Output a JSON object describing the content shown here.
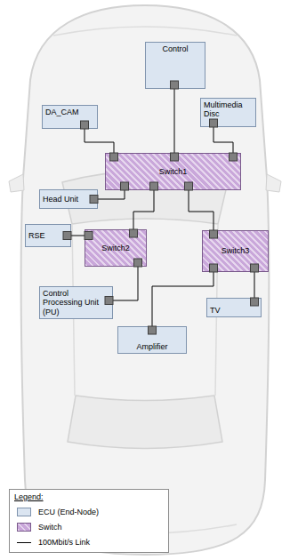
{
  "diagram": {
    "nodes": [
      {
        "text": [
          "Control"
        ]
      },
      {
        "text": [
          "DA_CAM"
        ]
      },
      {
        "text": [
          "Multimedia Disc"
        ]
      },
      {
        "text": [
          "Switch1"
        ]
      },
      {
        "text": [
          "Head Unit"
        ]
      },
      {
        "text": [
          "RSE"
        ]
      },
      {
        "text": [
          "Switch2"
        ]
      },
      {
        "text": [
          "Switch3"
        ]
      },
      {
        "text": [
          "Control Processing Unit (PU)"
        ]
      },
      {
        "text": [
          "TV"
        ]
      },
      {
        "text": [
          "Amplifier"
        ]
      }
    ],
    "edges": [
      {
        "from": 0,
        "to": 3,
        "arrow": "none"
      },
      {
        "from": 1,
        "to": 3,
        "arrow": "none"
      },
      {
        "from": 2,
        "to": 3,
        "arrow": "none"
      },
      {
        "from": 4,
        "to": 3,
        "arrow": "none"
      },
      {
        "from": 3,
        "to": 6,
        "arrow": "none"
      },
      {
        "from": 3,
        "to": 7,
        "arrow": "none"
      },
      {
        "from": 5,
        "to": 6,
        "arrow": "none"
      },
      {
        "from": 6,
        "to": 8,
        "arrow": "none"
      },
      {
        "from": 7,
        "to": 9,
        "arrow": "none"
      },
      {
        "from": 7,
        "to": 10,
        "arrow": "none"
      }
    ],
    "labels": [
      "Legend:"
    ],
    "legend": [
      {
        "text": "ECU (End-Node)",
        "color": "#dbe5f1"
      },
      {
        "text": "Switch",
        "color": "#c9a7da"
      },
      {
        "text": "100Mbit/s Link"
      }
    ]
  }
}
